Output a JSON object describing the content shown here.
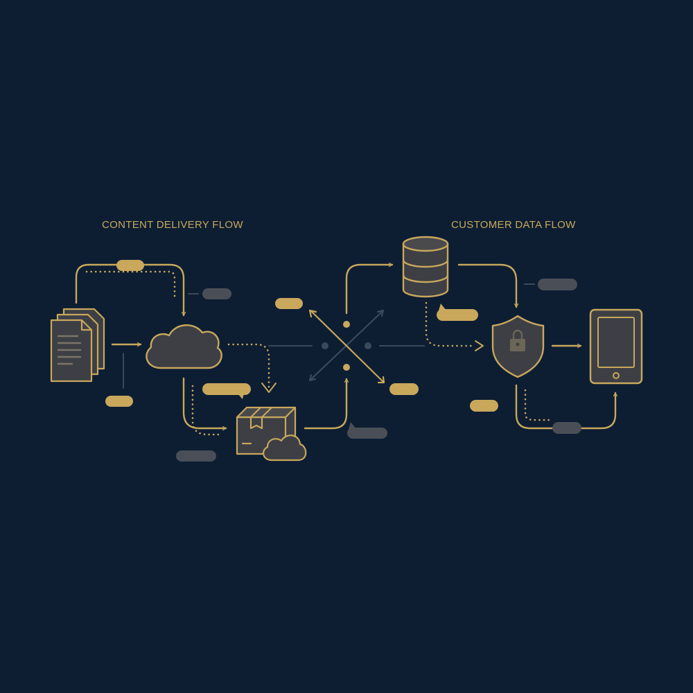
{
  "diagram": {
    "left_flow_title": "CONTENT DELIVERY FLOW",
    "right_flow_title": "CUSTOMER DATA FLOW",
    "nodes": [
      {
        "name": "documents",
        "icon": "documents-icon"
      },
      {
        "name": "cloud",
        "icon": "cloud-icon"
      },
      {
        "name": "package-with-cloud",
        "icon": "package-icon"
      },
      {
        "name": "routing-hub",
        "icon": "crossing-arrows-icon"
      },
      {
        "name": "database",
        "icon": "database-icon"
      },
      {
        "name": "security",
        "icon": "shield-lock-icon"
      },
      {
        "name": "tablet",
        "icon": "tablet-icon"
      }
    ],
    "connector_labels": "blank pill-shaped tags (no text)"
  },
  "colors": {
    "background": "#0d1e33",
    "accent_gold": "#c9a85c",
    "pill_gray": "#4a4f57",
    "icon_fill": "#3d3f45",
    "muted_line": "#3a4a5c"
  }
}
